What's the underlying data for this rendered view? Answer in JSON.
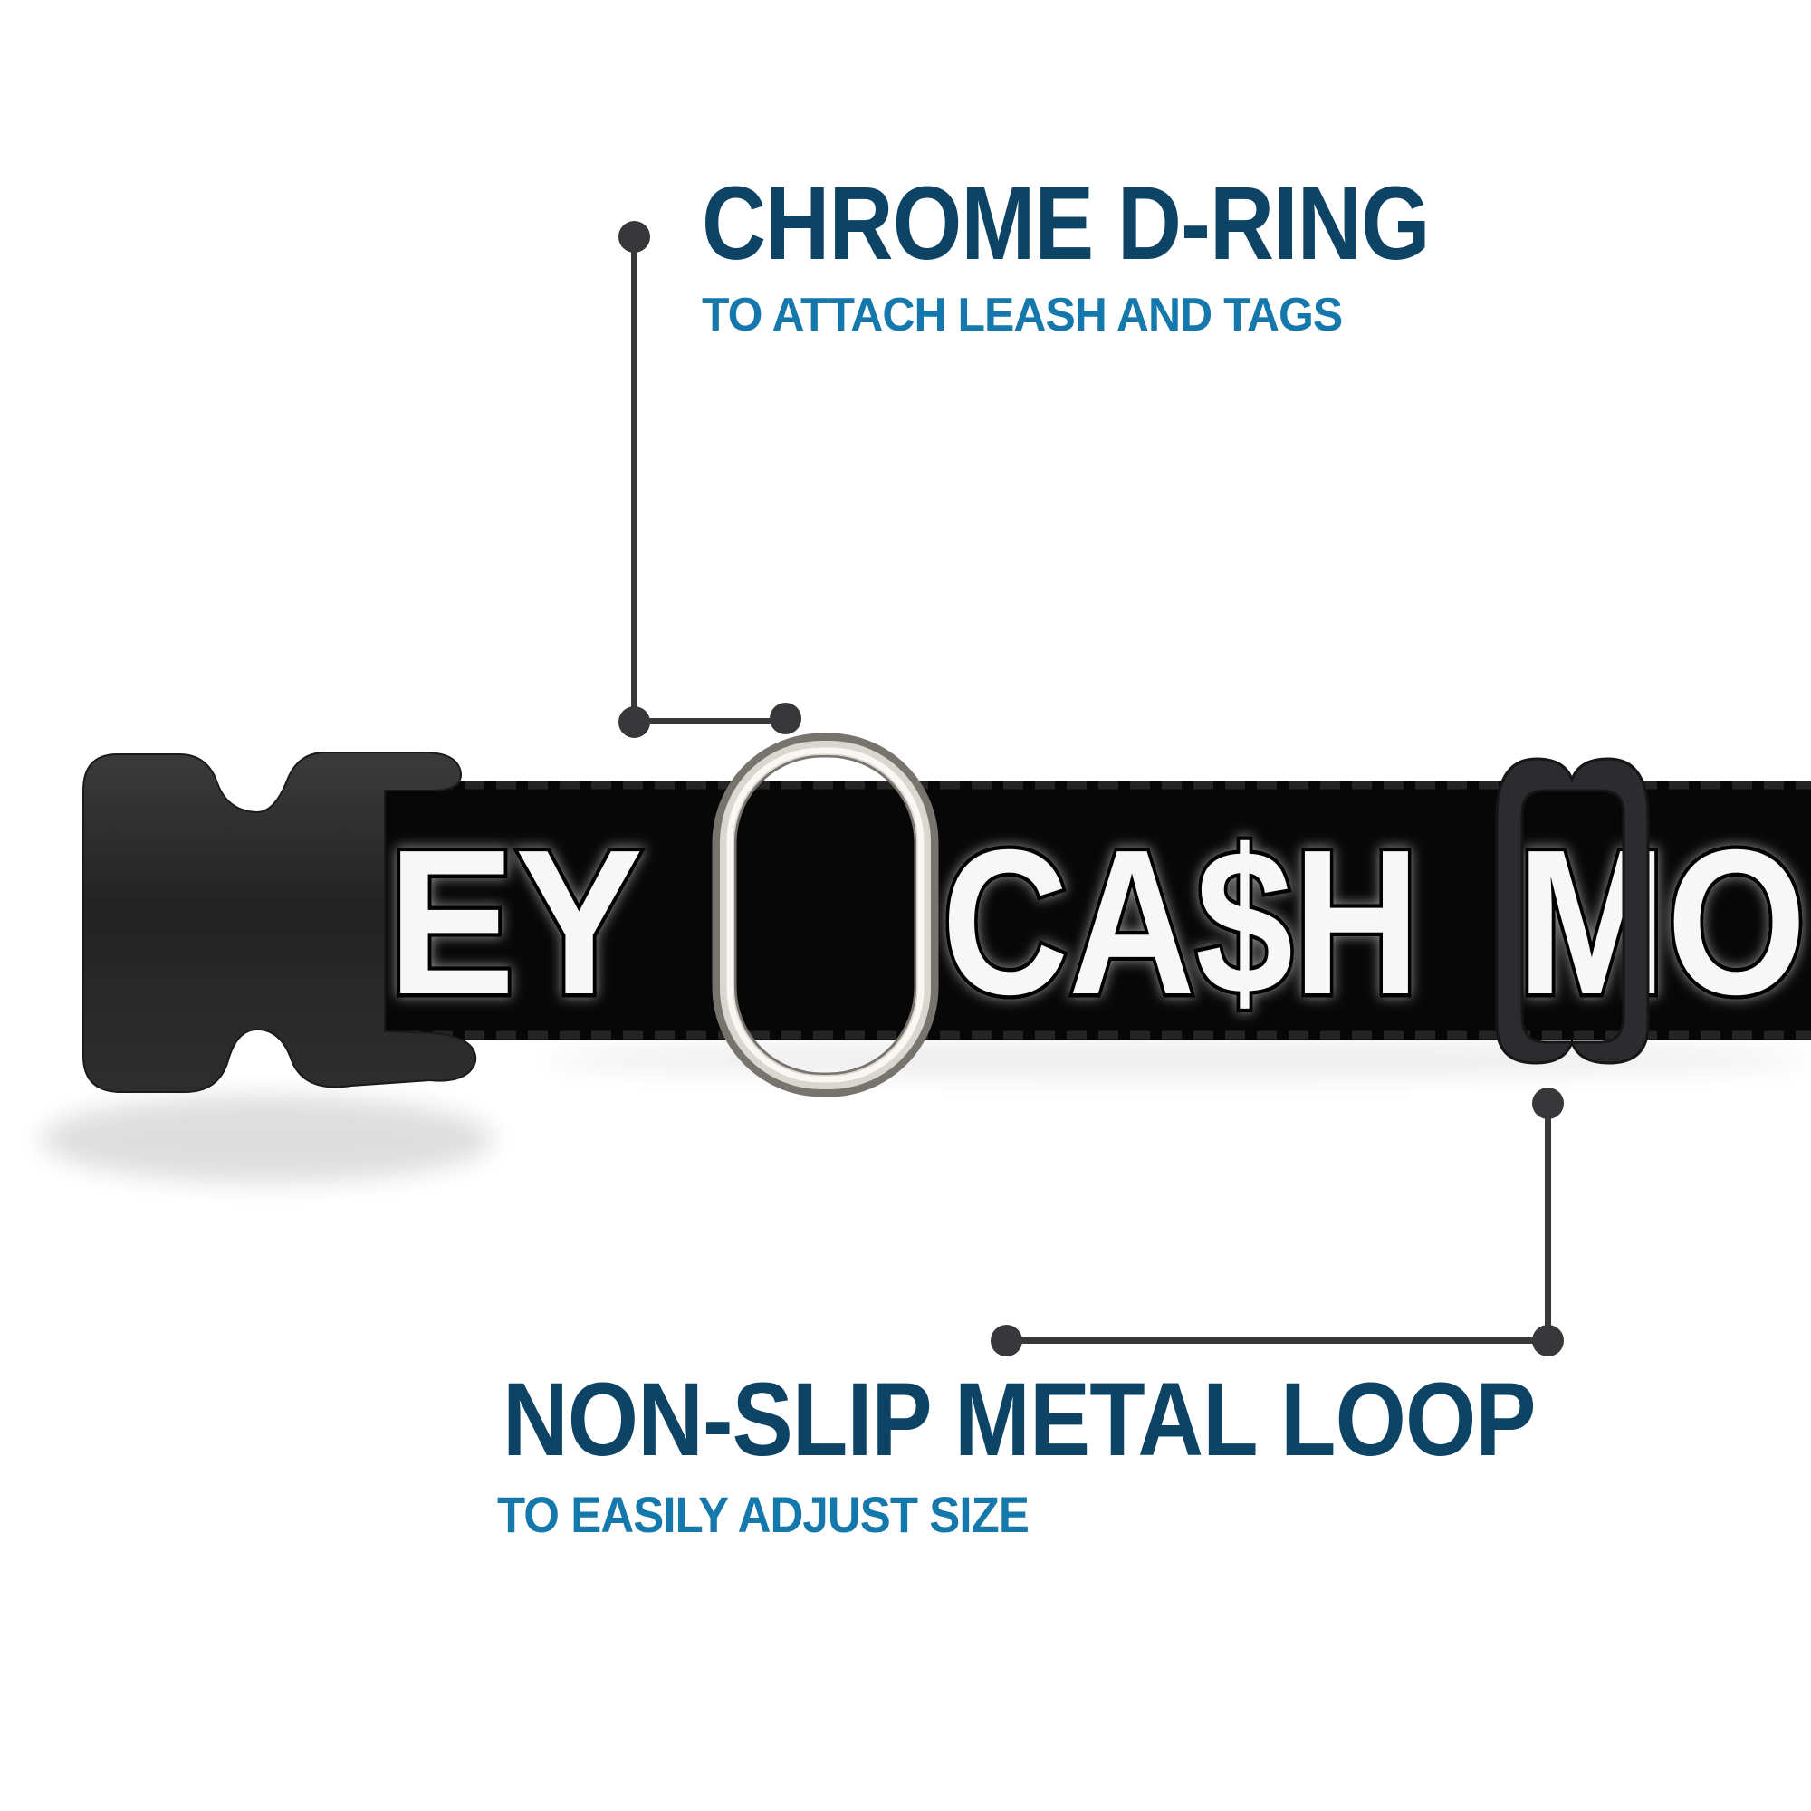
{
  "callouts": {
    "top": {
      "title": "CHROME D-RING",
      "subtitle": "TO ATTACH LEASH AND TAGS"
    },
    "bottom": {
      "title": "NON-SLIP METAL LOOP",
      "subtitle": "TO EASILY ADJUST SIZE"
    }
  },
  "collar": {
    "segments": [
      "EY",
      "CA$H",
      "MO"
    ]
  },
  "colors": {
    "background": "#ffffff",
    "heading": "#0d4365",
    "subheading": "#1478ad",
    "callout": "#38383a",
    "webbing": "#070707",
    "letter": "#f7f7f7",
    "buckle": "#282828",
    "loop": "#2c2c2e",
    "chrome_dark": "#77746e",
    "chrome_mid": "#d9d7d0",
    "chrome_light": "#f8f7f3"
  }
}
